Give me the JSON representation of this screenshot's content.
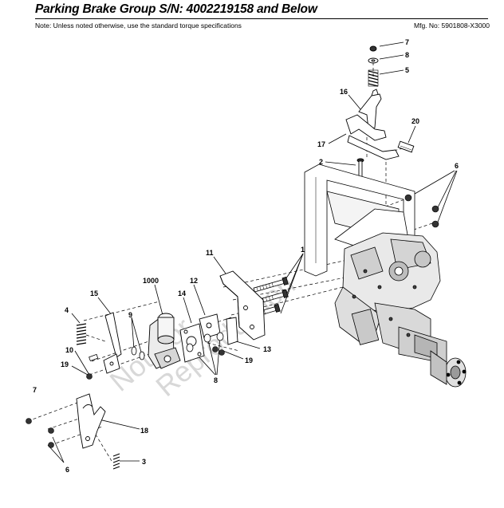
{
  "header": {
    "title": "Parking Brake Group S/N: 4002219158 and Below",
    "note": "Note: Unless noted otherwise, use the standard torque specifications",
    "mfg": "Mfg. No: 5901808-X3000"
  },
  "watermark": {
    "line1": "Not For",
    "line2": "Reproduction"
  },
  "callouts": {
    "c7_top": "7",
    "c8": "8",
    "c5": "5",
    "c16": "16",
    "c20": "20",
    "c17": "17",
    "c2": "2",
    "c6_right": "6",
    "c11": "11",
    "c1": "1",
    "c1000": "1000",
    "c12": "12",
    "c15": "15",
    "c14": "14",
    "c4": "4",
    "c9": "9",
    "c13": "13",
    "c10": "10",
    "c19_left": "19",
    "c19_right": "19",
    "c8_bottom": "8",
    "c7_left": "7",
    "c18": "18",
    "c3": "3",
    "c6_left": "6"
  }
}
